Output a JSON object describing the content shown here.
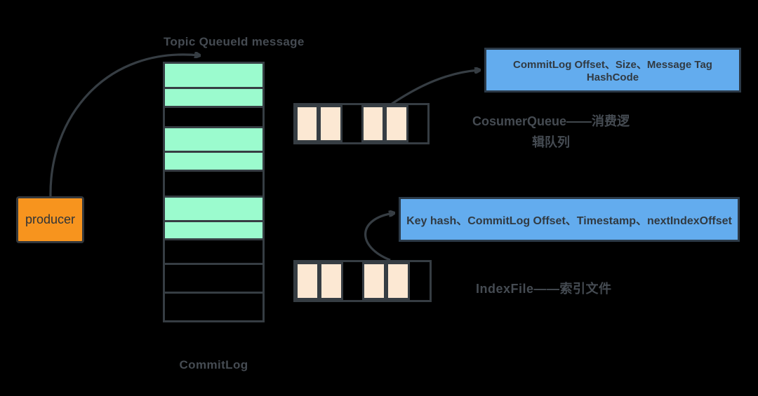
{
  "background": "#000000",
  "colors": {
    "green": "#9BFBCE",
    "peach": "#FCE8D3",
    "blue": "#63ACEE",
    "orange": "#F7941E",
    "stroke": "#363D43",
    "label": "#454B52",
    "box_text": "#313A42"
  },
  "producer": {
    "label": "producer"
  },
  "commitlog": {
    "top_label": "Topic QueueId message",
    "bottom_label": "CommitLog",
    "cells": [
      {
        "h": 39,
        "filled": true
      },
      {
        "h": 30,
        "filled": true
      },
      {
        "h": 32,
        "filled": false
      },
      {
        "h": 38,
        "filled": true
      },
      {
        "h": 30,
        "filled": true
      },
      {
        "h": 40,
        "filled": false
      },
      {
        "h": 38,
        "filled": true
      },
      {
        "h": 29,
        "filled": true
      },
      {
        "h": 38,
        "filled": false
      },
      {
        "h": 44,
        "filled": false
      },
      {
        "h": 44,
        "filled": false
      }
    ]
  },
  "consumer_queue": {
    "cells": [
      true,
      true,
      false,
      true,
      true,
      false
    ],
    "info_box": "CommitLog Offset、Size、Message Tag HashCode",
    "label_line1": "CosumerQueue——消费逻",
    "label_line2": "辑队列"
  },
  "index_file": {
    "cells": [
      true,
      true,
      false,
      true,
      true,
      false
    ],
    "info_box": "Key hash、CommitLog Offset、Timestamp、nextIndexOffset",
    "label": "IndexFile——索引文件"
  }
}
